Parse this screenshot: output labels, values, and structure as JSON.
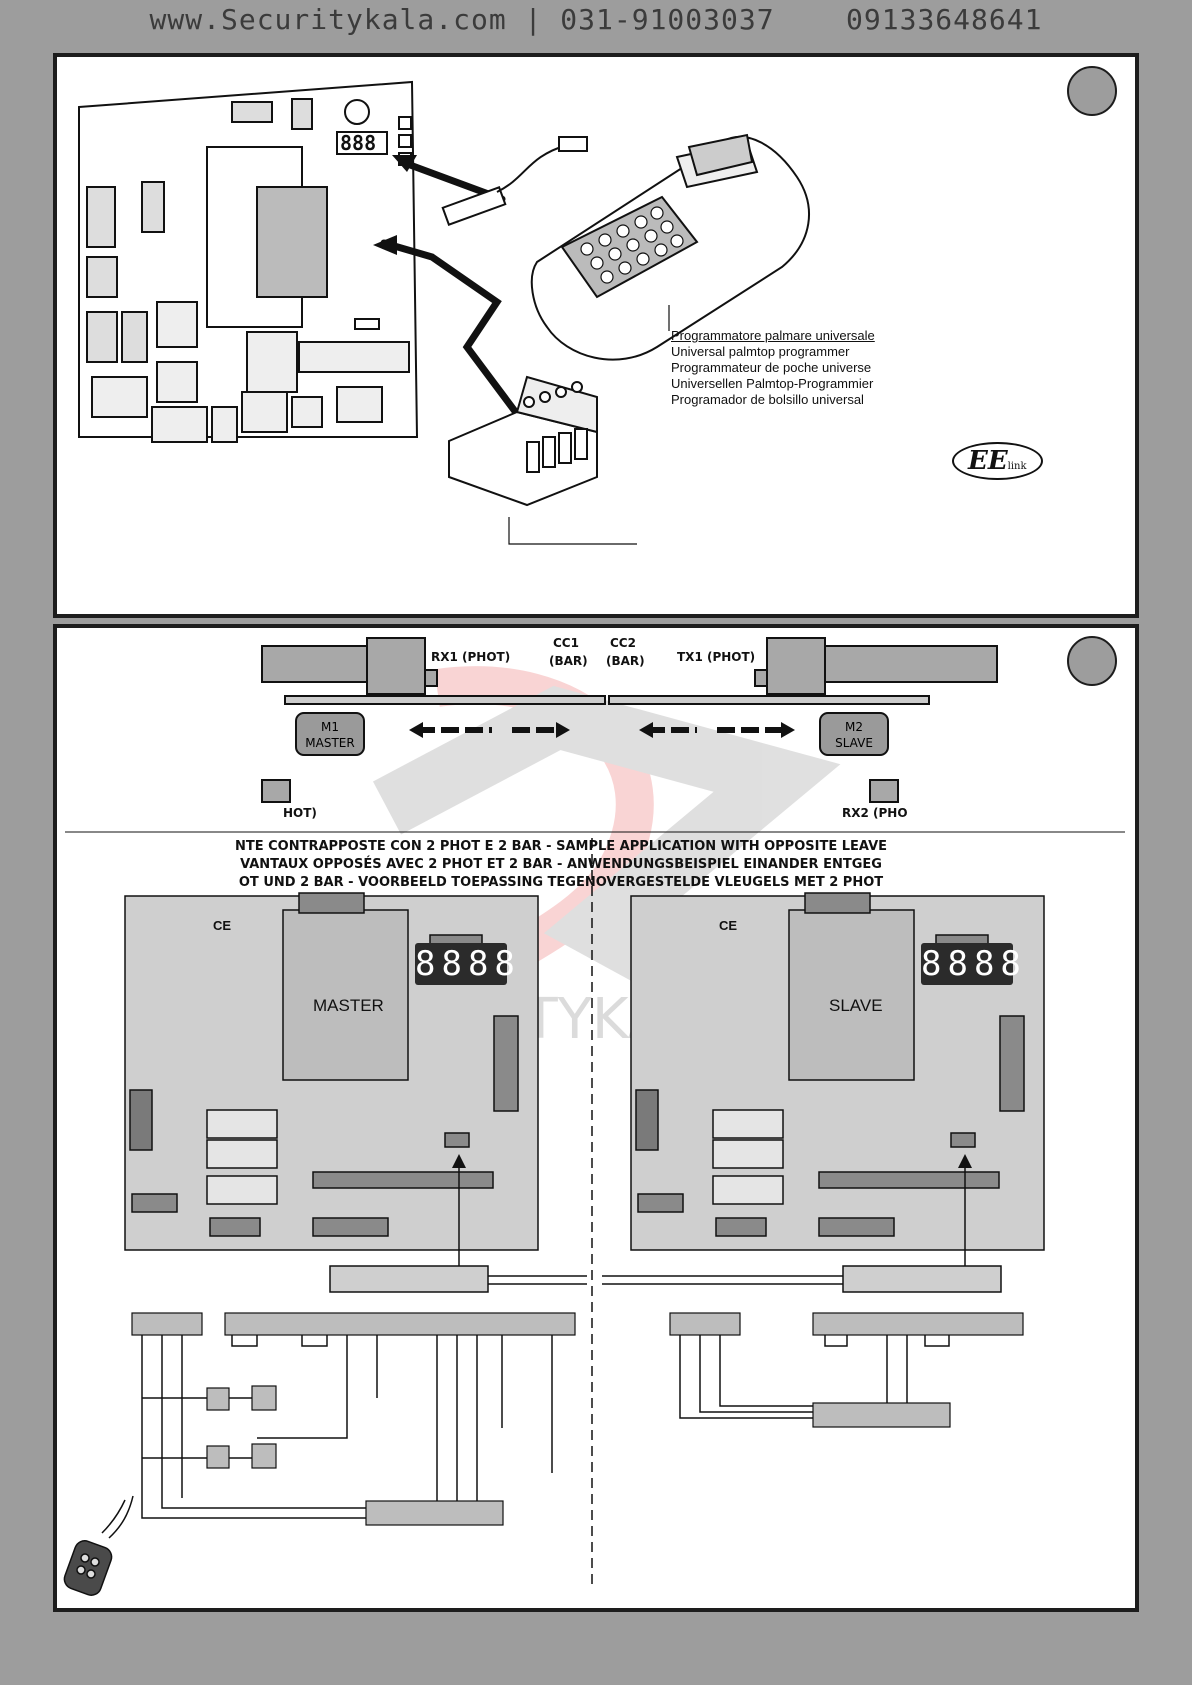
{
  "header": {
    "site": "www.Securitykala.com",
    "phone1": "031-91003037",
    "phone2": "09133648641"
  },
  "programmer": {
    "lines": [
      "Programmatore palmare universale",
      "Universal palmtop programmer",
      "Programmateur de poche universe",
      "Universellen Palmtop-Programmier",
      "Programador de bolsillo universal"
    ],
    "logo": "EE",
    "logo_small": "link"
  },
  "gate": {
    "rx1": "RX1 (PHOT)",
    "cc1": "CC1",
    "cc2": "CC2",
    "bar": "(BAR)",
    "tx1": "TX1 (PHOT)",
    "m1_a": "M1",
    "m1_b": "MASTER",
    "m2_a": "M2",
    "m2_b": "SLAVE",
    "hot": "HOT)",
    "rx2": "RX2 (PHO"
  },
  "captions": [
    "NTE CONTRAPPOSTE  CON 2 PHOT E 2 BAR - SAMPLE APPLICATION WITH OPPOSITE LEAVE",
    "VANTAUX OPPOSÉS AVEC 2 PHOT ET 2 BAR - ANWENDUNGSBEISPIEL EINANDER ENTGEG",
    "OT UND 2 BAR - VOORBEELD TOEPASSING TEGENOVERGESTELDE VLEUGELS MET 2 PHOT"
  ],
  "boards": {
    "master_label": "MASTER",
    "slave_label": "SLAVE",
    "display": "8888",
    "ce": "CE"
  },
  "watermark": "SECURITYKALA.COM",
  "colors": {
    "background": "#9d9d9d",
    "board": "#cfcfcf",
    "ink": "#1d1d1d"
  }
}
